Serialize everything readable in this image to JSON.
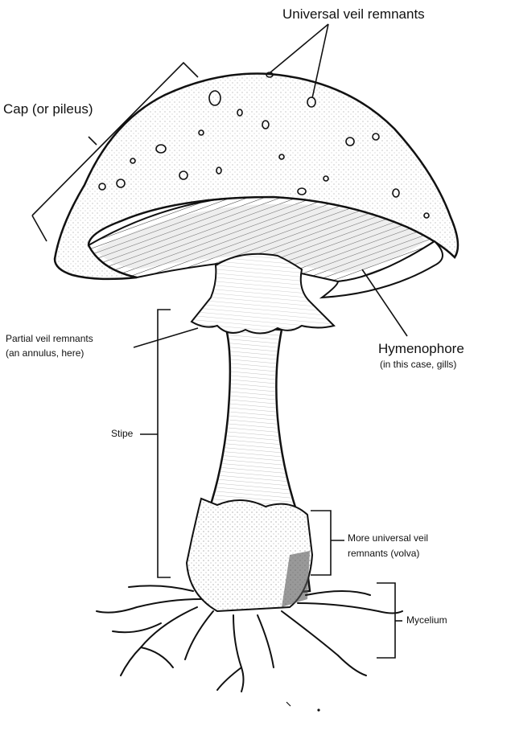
{
  "labels": {
    "universal_veil": "Universal veil remnants",
    "cap": "Cap (or pileus)",
    "partial_veil_line1": "Partial veil remnants",
    "partial_veil_line2": "(an annulus, here)",
    "hymenophore": "Hymenophore",
    "hymenophore_note": "(in this case, gills)",
    "stipe": "Stipe",
    "volva_line1": "More universal veil",
    "volva_line2": "remnants (volva)",
    "mycelium": "Mycelium"
  },
  "colors": {
    "ink": "#111111",
    "background": "#ffffff",
    "gill_shade": "#cfcfcf"
  }
}
